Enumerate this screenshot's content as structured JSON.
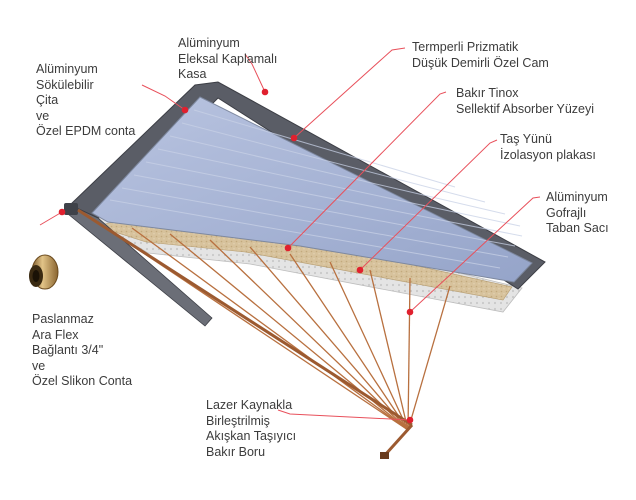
{
  "labels": {
    "frame_seal": [
      "Alüminyum",
      "Sökülebilir",
      "Çita",
      "ve",
      "Özel EPDM conta"
    ],
    "frame_case": [
      "Alüminyum",
      "Eleksal Kaplamalı",
      "Kasa"
    ],
    "glass": [
      "Termperli Prizmatik",
      "Düşük Demirli Özel Cam"
    ],
    "absorber": [
      "Bakır Tinox",
      "Sellektif Absorber Yüzeyi"
    ],
    "insulation": [
      "Taş Yünü",
      "İzolasyon plakası"
    ],
    "base": [
      "Alüminyum",
      "Gofrajlı",
      "Taban Sacı"
    ],
    "connector": [
      "Paslanmaz",
      "Ara Flex",
      "Bağlantı 3/4\"",
      "ve",
      "Özel Slikon Conta"
    ],
    "pipe": [
      "Lazer Kaynakla",
      "Birleştrilmiş",
      "Akışkan Taşıyıcı",
      "Bakır Boru"
    ]
  },
  "colors": {
    "leader": "#e8505b",
    "dot": "#e0202e",
    "glass": "#a9b6d6",
    "absorber_stripe": "#c3cde4",
    "frame": "#4c4f57",
    "insulation": "#d8c39e",
    "base": "#dcdcdc",
    "copper": "#b7693e",
    "connector": "#b8925a"
  },
  "icons": {
    "connector": "brass-fitting-icon"
  }
}
